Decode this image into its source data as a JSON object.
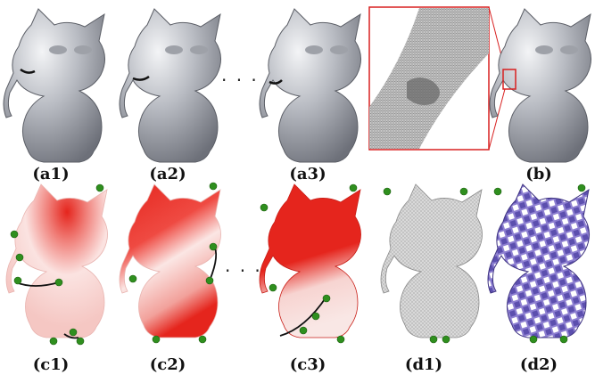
{
  "figure": {
    "ellipsis": "· · ·",
    "colors": {
      "metal_light": "#e2e4e8",
      "metal_dark": "#6d7079",
      "heat_red": "#e5251d",
      "seed_green": "#2f8f1e",
      "cut_black": "#111111",
      "zoom_frame": "#d82020",
      "checker_purple": "#8d7fd1"
    },
    "labels": {
      "a1": "(a1)",
      "a2": "(a2)",
      "a3": "(a3)",
      "b": "(b)",
      "c1": "(c1)",
      "c2": "(c2)",
      "c3": "(c3)",
      "d1": "(d1)",
      "d2": "(d2)"
    }
  }
}
